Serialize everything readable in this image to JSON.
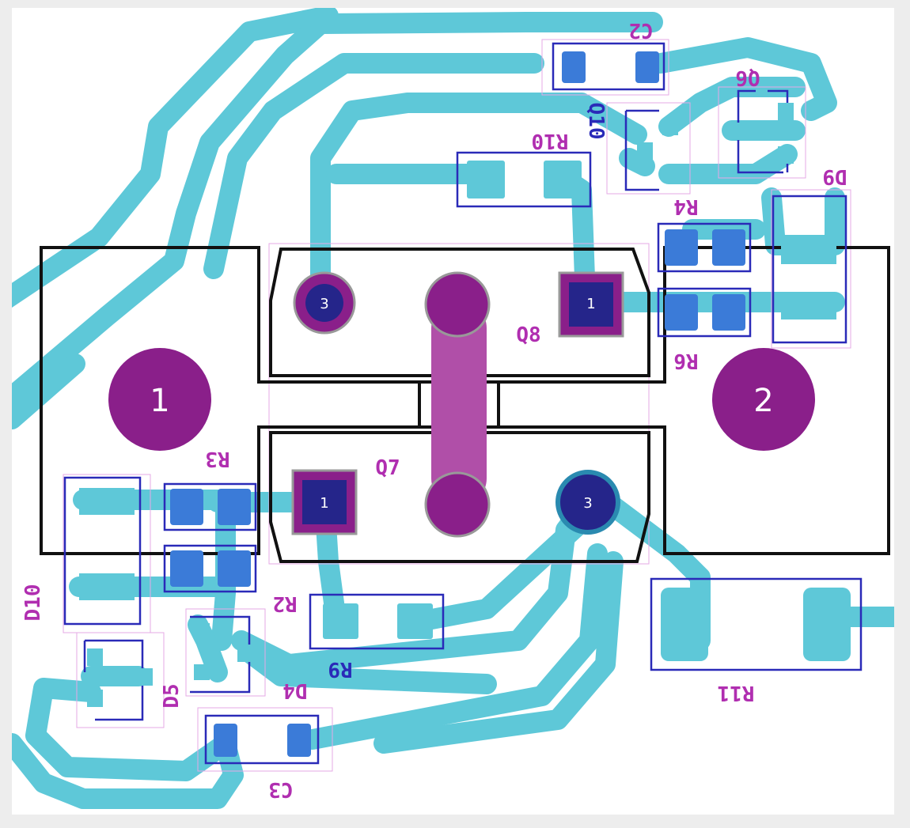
{
  "colors": {
    "trace": "#5ec8d8",
    "pad": "#3b7bd8",
    "through_hole": "#8a1f8a",
    "silkscreen_ref": "#b02eb0",
    "component_outline": "#2a2ab8",
    "board_outline": "#111111"
  },
  "mounting_holes": [
    {
      "label": "1"
    },
    {
      "label": "2"
    }
  ],
  "transistors": {
    "Q8": {
      "ref": "Q8",
      "pin_labels": [
        "3",
        "1"
      ]
    },
    "Q7": {
      "ref": "Q7",
      "pin_labels": [
        "1",
        "3"
      ]
    }
  },
  "references": {
    "C2": "C2",
    "Q6": "Q6",
    "Q10": "Q10",
    "R10": "R10",
    "D9": "D9",
    "R4": "R4",
    "R6": "R6",
    "R3": "R3",
    "D10": "D10",
    "R2": "R2",
    "R9": "R9",
    "D4": "D4",
    "D5": "D5",
    "C3": "C3",
    "R11": "R11"
  }
}
